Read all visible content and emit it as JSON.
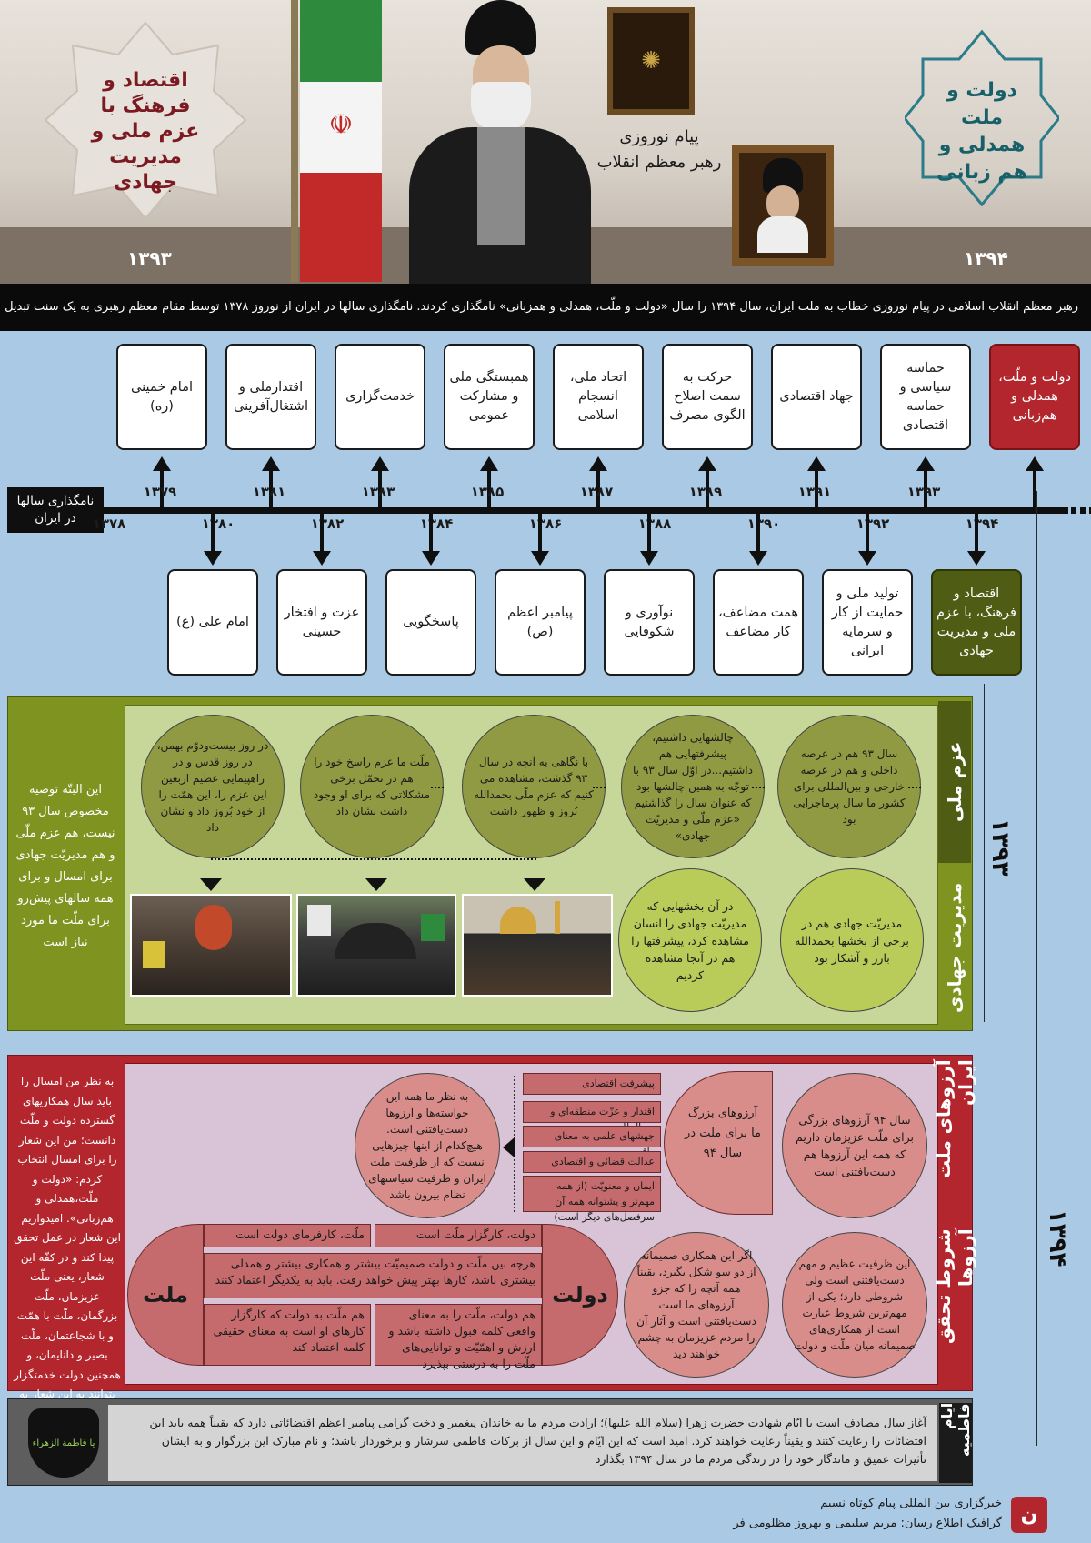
{
  "header": {
    "left_year": "۱۳۹۴",
    "right_year": "۱۳۹۳",
    "left_calligraphy": "دولت و ملت همدلی و هم زبانی",
    "right_calligraphy": "اقتصاد و فرهنگ با عزم ملی و مدیریت جهادی",
    "center_title_1": "پیام نوروزی",
    "center_title_2": "رهبر معظم انقلاب"
  },
  "intro_text": "رهبر معظم انقلاب اسلامی در پیام نوروزی خطاب به ملت ایران، سال ۱۳۹۴ را سال «دولت و ملّت، همدلی و همزبانی» نامگذاری کردند.  نامگذاری سالها در ایران از نوروز ۱۳۷۸ توسط مقام معظم رهبری به یک سنت تبدیل شده است",
  "timeline": {
    "label": "نامگذاری سالها در ایران",
    "top_items": [
      {
        "year": "۱۳۹۴",
        "label": "دولت و ملّت، همدلی و هم‌زبانی"
      },
      {
        "year": "۱۳۹۲",
        "label": "حماسه سیاسی و حماسه اقتصادی"
      },
      {
        "year": "۱۳۹۰",
        "label": "جهاد اقتصادی"
      },
      {
        "year": "۱۳۸۸",
        "label": "حرکت به سمت اصلاح الگوی مصرف"
      },
      {
        "year": "۱۳۸۶",
        "label": "اتحاد ملی، انسجام اسلامی"
      },
      {
        "year": "۱۳۸۴",
        "label": "همبستگی ملی و مشارکت عمومی"
      },
      {
        "year": "۱۳۸۲",
        "label": "خدمت‌گزاری"
      },
      {
        "year": "۱۳۸۰",
        "label": "اقتدارملی و اشتغال‌آفرینی"
      },
      {
        "year": "۱۳۷۸",
        "label": "امام خمینی (ره)"
      }
    ],
    "bottom_items": [
      {
        "year": "۱۳۹۳",
        "label": "اقتصاد و فرهنگ، با عزم ملی و مدیریت جهادی"
      },
      {
        "year": "۱۳۹۱",
        "label": "تولید ملی و حمایت از کار و سرمایه ایرانی"
      },
      {
        "year": "۱۳۸۹",
        "label": "همت مضاعف، کار مضاعف"
      },
      {
        "year": "۱۳۸۷",
        "label": "نوآوری و شکوفایی"
      },
      {
        "year": "۱۳۸۵",
        "label": "پیامبر اعظم (ص)"
      },
      {
        "year": "۱۳۸۳",
        "label": "پاسخگویی"
      },
      {
        "year": "۱۳۸۱",
        "label": "عزت و افتخار حسینی"
      },
      {
        "year": "۱۳۷۹",
        "label": "امام علی (ع)"
      }
    ]
  },
  "section_1393": {
    "year_label": "۱۳۹۳",
    "national_resolve": {
      "label": "عزم ملی",
      "circles": [
        "سال ۹۳ هم در عرصه داخلی و هم در عرصه خارجی و بین‌المللی برای کشور ما سال پرماجرایی بود",
        "چالشهایی داشتیم، پیشرفتهایی هم داشتیم...در اوّل سال ۹۳ با توجّه به همین چالشها بود که عنوان سال را گذاشتیم «عزم ملّی و مدیریّت جهادی»",
        "با نگاهی به آنچه در سال ۹۳ گذشت، مشاهده می کنیم که عزم ملّی بحمدالله بُروز و ظهور داشت",
        "ملّت ما عزم راسخ خود را هم در تحمّل برخی مشکلاتی که برای او وجود داشت نشان داد",
        "در روز بیست‌ودوّم بهمن، در روز قدس و در راهپیمایی عظیم اربعین این عزم را، این همّت را از خود بُروز داد و نشان داد"
      ]
    },
    "jihadi_management": {
      "label": "مدیریت جهادی",
      "circles": [
        "مدیریّت جهادی هم در برخی از بخشها بحمدالله بارز و آشکار بود",
        "در آن بخشهایی که مدیریّت جهادی را انسان مشاهده کرد، پیشرفتها را هم در آنجا مشاهده کردیم"
      ]
    },
    "side_note": "این البتّه توصیه مخصوص سال ۹۳ نیست، هم عزم ملّی و هم مدیریّت جهادی برای امسال و برای همه سالهای پیش‌رو برای ملّت ما مورد نیاز است"
  },
  "section_1394": {
    "year_label": "۱۳۹۴",
    "aspirations": {
      "label": "آرزوهای ملت ایران",
      "circle_1": "سال ۹۴ آرزوهای بزرگی برای ملّت عزیزمان داریم که همه این آرزوها هم دست‌یافتنی است",
      "center_text": "آرزوهای بزرگ ما برای ملت در سال ۹۴",
      "list": [
        "پیشرفت اقتصادی",
        "اقتدار و عزّت منطقه‌ای و بین‌المللی",
        "جهشهای علمی به معنای واقعی",
        "عدالت قضائی و اقتصادی",
        "ایمان و معنویّت (از همه مهم‌تر و پشتوانه همه آن سرفصل‌های دیگر است)"
      ],
      "circle_2": "به نظر ما همه این خواسته‌ها و آرزوها دست‌یافتنی است. هیچ‌کدام از اینها چیزهایی نیست که از ظرفیت ملت ایران و ظرفیت سیاستهای نظام بیرون باشد"
    },
    "conditions": {
      "label": "شروط تحقق آرزوها",
      "circle_1": "این ظرفیت عظیم و مهم دست‌یافتنی است ولی شروطی دارد؛ یکی از مهم‌ترین شروط عبارت است از همکاری‌های صمیمانه میان ملّت و دولت",
      "circle_2": "اگر این همکاری صمیمانه از دو سو شکل بگیرد، یقیناً همه آنچه را که جزو آرزوهای ما است دست‌یافتنی است و آثار آن را مردم عزیزمان به چشم خواهند دید",
      "government": "دولت",
      "nation": "ملت",
      "row_1_right": "دولت، کارگزار ملّت است",
      "row_1_left": "ملّت، کارفرمای دولت است",
      "row_2": "هرچه بین ملّت و دولت صمیمیّت بیشتر و همکاری بیشتر و همدلی بیشتری باشد، کارها بهتر پیش خواهد رفت. باید به یکدیگر اعتماد کنند",
      "row_3_right": "هم دولت، ملّت را به معنای واقعی کلمه قبول داشته باشد و ارزش و اهمّیّت و توانایی‌های ملّت را به درستی بپذیرد",
      "row_3_left": "هم ملّت به دولت که کارگزار کارهای او است به معنای حقیقی کلمه اعتماد کند"
    },
    "side_note": "به نظر من امسال را باید سال همکاریهای گسترده دولت و ملّت دانست؛ من این شعار را برای امسال انتخاب کردم: «دولت و ملّت،همدلی و هم‌زبانی». امیدواریم این شعار در عمل تحقق پیدا کند و در کفّه این شعار، یعنی ملّت عزیزمان، ملّت بزرگمان، ملّت با همّت و با شجاعتمان، ملّت بصیر و دانایمان، و همچنین دولت خدمتگزار بتوانند به این شعار به معنای حقیقی کلمه عمل بکنند و آثار و نتایج آن را ببینند"
  },
  "fatemiyeh": {
    "label": "ایام فاطمیه",
    "text": "آغاز سال مصادف است با ایّام شهادت حضرت زهرا (سلام الله علیها)؛ ارادت مردم ما به خاندان پیغمبر و دخت گرامی پیامبر اعظم اقتضائاتی دارد که یقیناً همه باید این اقتضائات را رعایت کنند و یقیناً رعایت خواهند کرد. امید است که این ایّام و این سال از برکات فاطمی سرشار و برخوردار باشد؛ و نام مبارک این بزرگوار و به ایشان تأثیرات عمیق و ماندگار خود را در زندگی مردم ما در سال ۱۳۹۴ بگذارد",
    "badge": "یا فاطمة الزهراء"
  },
  "footer": {
    "agency": "خبرگزاری بین المللی پیام کوتاه نسیم",
    "credit": "گرافیک اطلاع رسان: مریم سلیمی و بهروز مظلومی فر"
  },
  "colors": {
    "sky": "#a9c9e4",
    "olive_dark": "#4e5c14",
    "olive_panel": "#7f9420",
    "olive_light": "#c7d79a",
    "red": "#b3262d",
    "rose_panel": "#d9c3d6"
  }
}
